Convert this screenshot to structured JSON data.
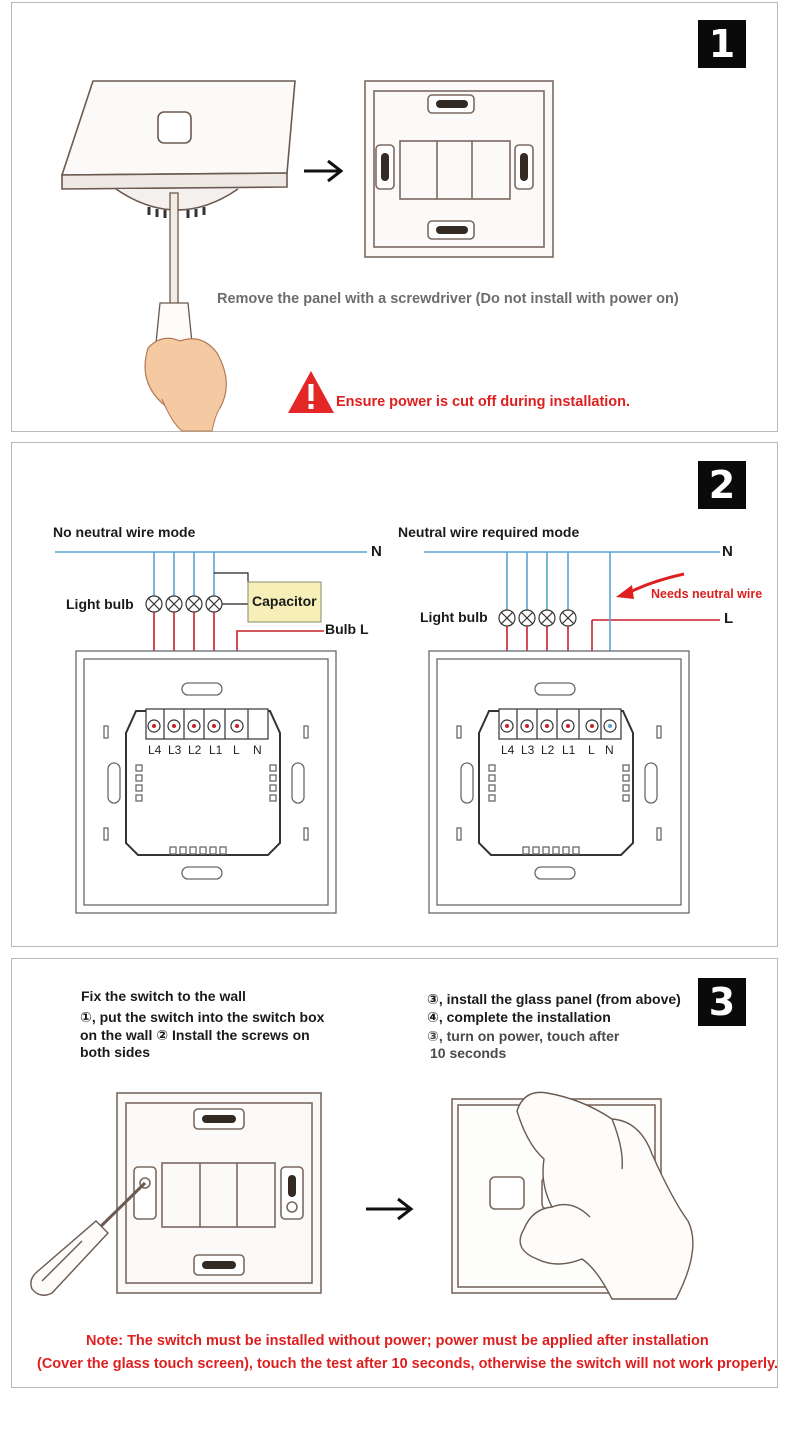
{
  "step1": {
    "badge": "1",
    "caption": "Remove the panel with a screwdriver (Do not install with power on)",
    "warning": "Ensure power is cut off during installation."
  },
  "step2": {
    "badge": "2",
    "left_title": "No neutral wire mode",
    "right_title": "Neutral wire required mode",
    "neutral_label": "N",
    "live_label": "L",
    "light_bulb_label": "Light bulb",
    "capacitor_label": "Capacitor",
    "bulb_l_label": "Bulb L",
    "needs_neutral_label": "Needs neutral wire",
    "terminals": [
      "L4",
      "L3",
      "L2",
      "L1",
      "L",
      "N"
    ]
  },
  "step3": {
    "badge": "3",
    "left_heading": "Fix the switch to the wall",
    "left_line1": "①, put the switch into the switch box",
    "left_line2": "on the wall ② Install the screws on",
    "left_line3": "both sides",
    "right_line1": "③, install the glass panel (from above)",
    "right_line2": "④, complete the installation",
    "right_line3": "③, turn on power, touch after",
    "right_line4": "10 seconds",
    "note_line1": "Note: The switch must be installed without power; power must be applied after installation",
    "note_line2": "(Cover the glass touch screen), touch the test after 10 seconds, otherwise the switch will not work properly."
  },
  "colors": {
    "wire_blue": "#5aa3d0",
    "wire_red": "#c8202a",
    "capacitor_fill": "#f6f0b8",
    "warning_red": "#dd1f1f"
  }
}
